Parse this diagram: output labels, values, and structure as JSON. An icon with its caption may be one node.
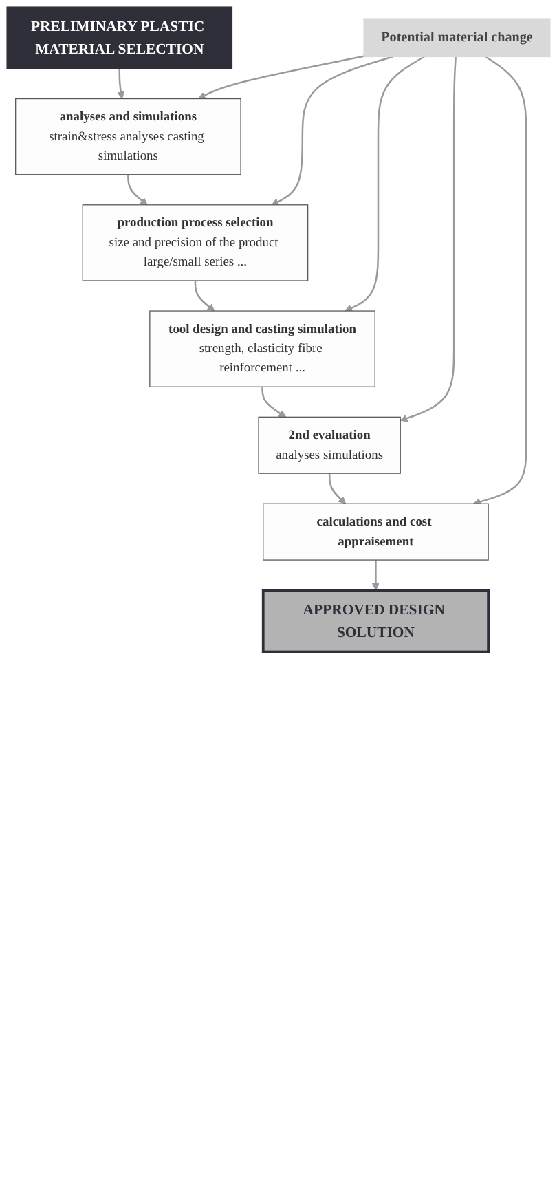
{
  "diagram": {
    "nodes": [
      {
        "text": [
          "PRELIMINARY PLASTIC MATERIAL SELECTION"
        ]
      },
      {
        "text": [
          "analyses and simulations",
          "strain&stress analyses casting simulations"
        ]
      },
      {
        "text": [
          "production process selection",
          "size and precision of the product large/small series ..."
        ]
      },
      {
        "text": [
          "tool design and casting simulation",
          "strength, elasticity fibre reinforcement ..."
        ]
      },
      {
        "text": [
          "2nd evaluation",
          "analyses simulations"
        ]
      },
      {
        "text": [
          "calculations and cost appraisement"
        ]
      },
      {
        "text": [
          "APPROVED DESIGN SOLUTION"
        ]
      },
      {
        "text": [
          "Potential material change"
        ]
      }
    ],
    "edges": [
      {
        "from": 0,
        "to": 1,
        "arrow": "to"
      },
      {
        "from": 1,
        "to": 2,
        "arrow": "to"
      },
      {
        "from": 2,
        "to": 3,
        "arrow": "to"
      },
      {
        "from": 3,
        "to": 4,
        "arrow": "to"
      },
      {
        "from": 4,
        "to": 5,
        "arrow": "to"
      },
      {
        "from": 5,
        "to": 6,
        "arrow": "to"
      },
      {
        "from": 7,
        "to": 1,
        "arrow": "to"
      },
      {
        "from": 7,
        "to": 2,
        "arrow": "to"
      },
      {
        "from": 7,
        "to": 3,
        "arrow": "to"
      },
      {
        "from": 7,
        "to": 4,
        "arrow": "to"
      },
      {
        "from": 7,
        "to": 5,
        "arrow": "to"
      }
    ]
  }
}
